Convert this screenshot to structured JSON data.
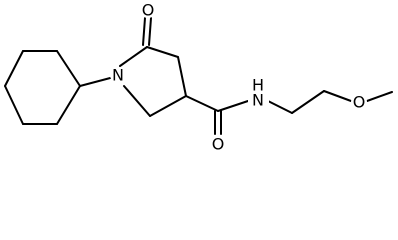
{
  "molecule": {
    "atoms": {
      "n_ring": "N",
      "o_carbonyl_ring": "O",
      "n_amide": "N",
      "h_amide": "H",
      "o_amide": "O",
      "o_ether": "O"
    }
  },
  "colors": {
    "bond": "#000000",
    "label": "#000000",
    "background": "#ffffff"
  }
}
